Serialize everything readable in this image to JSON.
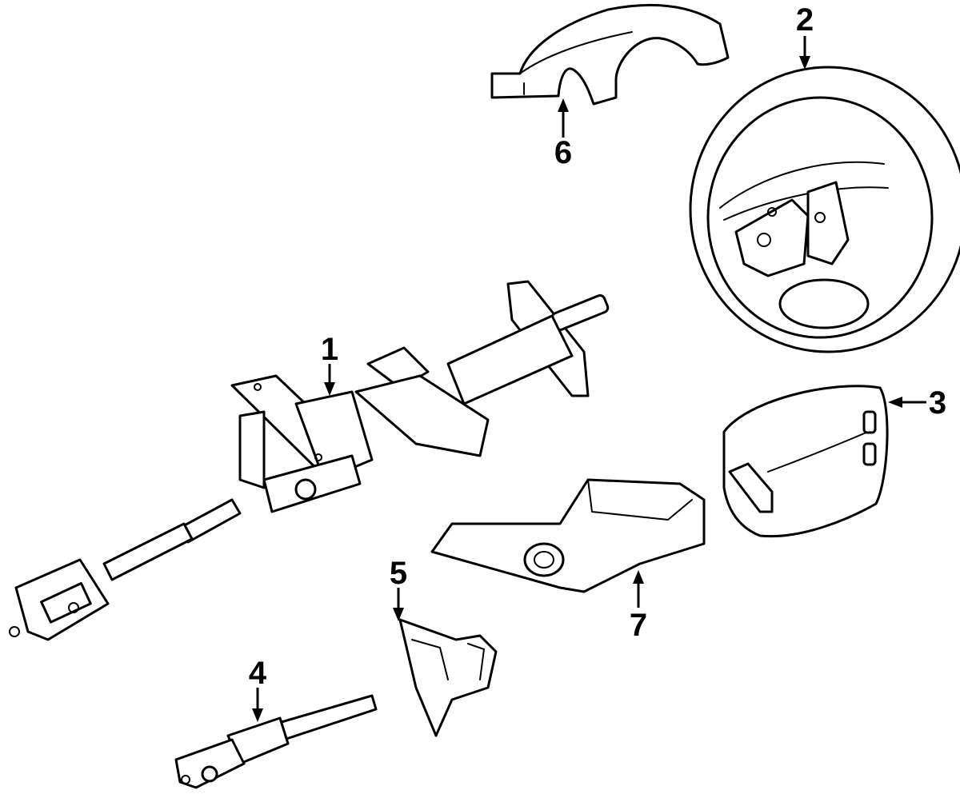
{
  "diagram": {
    "background": "#ffffff",
    "line_color": "#000000",
    "callouts": [
      {
        "id": "1",
        "label": "1"
      },
      {
        "id": "2",
        "label": "2"
      },
      {
        "id": "3",
        "label": "3"
      },
      {
        "id": "4",
        "label": "4"
      },
      {
        "id": "5",
        "label": "5"
      },
      {
        "id": "6",
        "label": "6"
      },
      {
        "id": "7",
        "label": "7"
      }
    ]
  }
}
